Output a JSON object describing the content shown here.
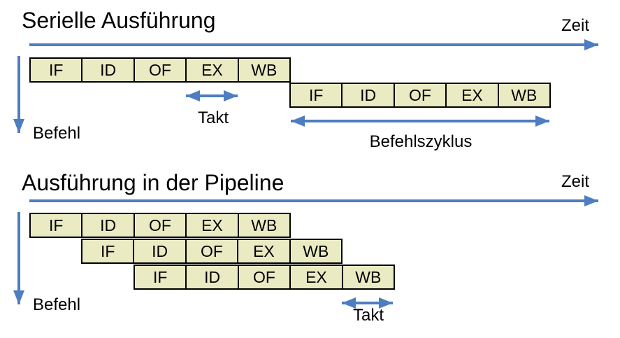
{
  "serial_section": {
    "title": "Serielle Ausführung",
    "time_axis_label": "Zeit",
    "instruction_axis_label": "Befehl",
    "clock_label": "Takt",
    "cycle_label": "Befehlszyklus",
    "instruction1_stages": [
      "IF",
      "ID",
      "OF",
      "EX",
      "WB"
    ],
    "instruction2_stages": [
      "IF",
      "ID",
      "OF",
      "EX",
      "WB"
    ]
  },
  "pipeline_section": {
    "title": "Ausführung in der Pipeline",
    "time_axis_label": "Zeit",
    "instruction_axis_label": "Befehl",
    "clock_label": "Takt",
    "instruction1_stages": [
      "IF",
      "ID",
      "OF",
      "EX",
      "WB"
    ],
    "instruction2_stages": [
      "IF",
      "ID",
      "OF",
      "EX",
      "WB"
    ],
    "instruction3_stages": [
      "IF",
      "ID",
      "OF",
      "EX",
      "WB"
    ]
  },
  "icons": {
    "zeit_arrow": "right-arrow",
    "befehl_arrow": "down-arrow",
    "takt_arrow": "left-right-double-arrow",
    "befehlszyklus_arrow": "left-right-double-arrow"
  },
  "colors": {
    "arrow": "#4e7dc1",
    "stage_box_fill": "#eaebc3",
    "stage_box_border": "#000000",
    "text": "#000000",
    "background": "#ffffff"
  }
}
